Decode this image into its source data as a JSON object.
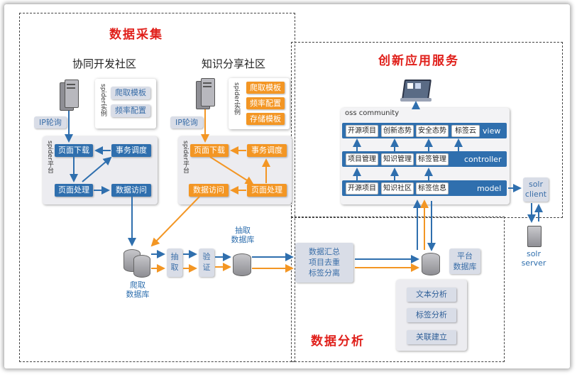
{
  "regions": {
    "collect_title": "数据采集",
    "service_title": "创新应用服务",
    "analysis_title": "数据分析"
  },
  "collab": {
    "title": "协同开发社区",
    "spider_instance": "spider实例",
    "template": "爬取模板",
    "frequency": "频率配置",
    "ip": "IP轮询",
    "platform": "spider平台",
    "download": "页面下载",
    "schedule": "事务调度",
    "process": "页面处理",
    "access": "数据访问"
  },
  "knowledge": {
    "title": "知识分享社区",
    "spider_instance": "spider实例",
    "template": "爬取模板",
    "frequency": "频率配置",
    "storage": "存储模板",
    "ip": "IP轮询",
    "platform": "spider平台",
    "download": "页面下载",
    "schedule": "事务调度",
    "access": "数据访问",
    "process": "页面处理"
  },
  "pipeline": {
    "crawl_db": "爬取\n数据库",
    "extract": "抽\n取",
    "verify": "验\n证",
    "extract_db": "抽取\n数据库",
    "aggregate": "数据汇总\n项目去重\n标签分离",
    "platform_db": "平台\n数据库"
  },
  "analysis": {
    "text": "文本分析",
    "tag": "标签分析",
    "link": "关联建立"
  },
  "oss": {
    "title": "oss community",
    "view_label": "view",
    "controller_label": "controller",
    "model_label": "model",
    "view_items": [
      "开源项目",
      "创新态势",
      "安全态势",
      "标签云"
    ],
    "controller_items": [
      "项目管理",
      "知识管理",
      "标签管理"
    ],
    "model_items": [
      "开源项目",
      "知识社区",
      "标签信息"
    ]
  },
  "solr": {
    "client": "solr\nclient",
    "server": "solr\nserver"
  },
  "colors": {
    "blue": "#2f6fae",
    "orange": "#f39624",
    "red_title": "#e0201b"
  }
}
